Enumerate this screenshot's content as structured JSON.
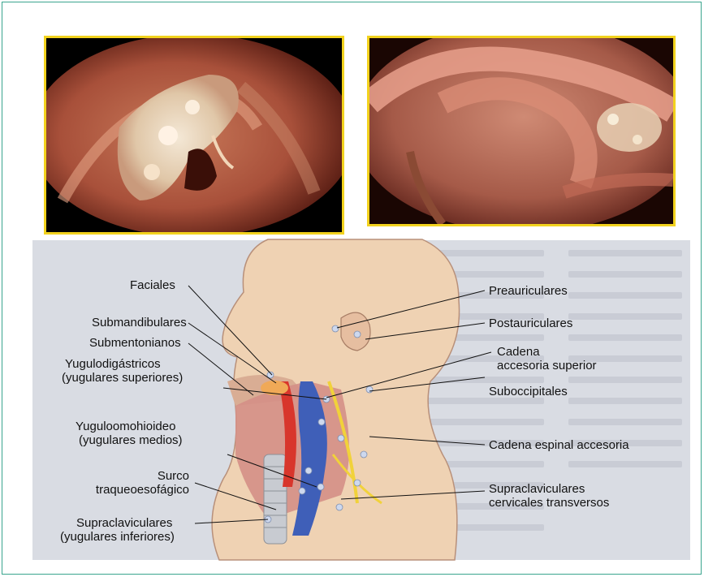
{
  "labels": {
    "faciales": "Faciales",
    "submandibulares": "Submandibulares",
    "submentonianos": "Submentonianos",
    "yugulodigastricos_1": "Yugulodigástricos",
    "yugulodigastricos_2": "(yugulares superiores)",
    "yuguloomohioideo_1": "Yuguloomohioideo",
    "yuguloomohioideo_2": "(yugulares medios)",
    "surco_1": "Surco",
    "surco_2": "traqueoesofágico",
    "supraclav_inf_1": "Supraclaviculares",
    "supraclav_inf_2": "(yugulares inferiores)",
    "preauriculares": "Preauriculares",
    "postauriculares": "Postauriculares",
    "cadena_acc_1": "Cadena",
    "cadena_acc_2": "accesoria superior",
    "suboccipitales": "Suboccipitales",
    "cadena_espinal": "Cadena espinal accesoria",
    "supraclav_transv_1": "Supraclaviculares",
    "supraclav_transv_2": "cervicales transversos"
  },
  "colors": {
    "border": "#3aa58e",
    "photo_frame": "#f2d21e",
    "skin": "#e9c6a3",
    "vein": "#3f5fb8",
    "artery": "#d8362c",
    "node": "#cdd8ee",
    "nerve": "#f1d23a"
  }
}
